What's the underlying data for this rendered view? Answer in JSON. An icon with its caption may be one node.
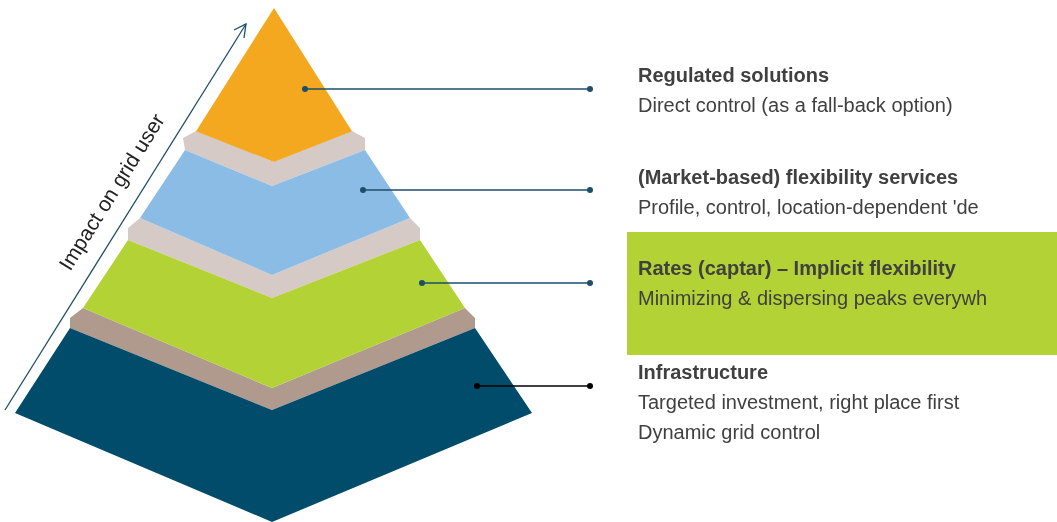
{
  "diagram": {
    "nodes": [
      {
        "text": [],
        "shape": "triangle"
      },
      {
        "text": [],
        "shape": "band"
      },
      {
        "text": [],
        "shape": "band"
      },
      {
        "text": [],
        "shape": "band"
      },
      {
        "text": [],
        "shape": "band"
      },
      {
        "text": [],
        "shape": "band"
      },
      {
        "text": [],
        "shape": "band"
      },
      {
        "text": [
          "Regulated solutions",
          "Direct control (as a fall-back option)"
        ]
      },
      {
        "text": [
          "(Market-based) flexibility services",
          "Profile, control, location-dependent 'de"
        ]
      },
      {
        "text": [
          "Rates (captar) – Implicit flexibility",
          "Minimizing & dispersing peaks everywh"
        ]
      },
      {
        "text": [
          "Infrastructure",
          "Targeted investment, right place first",
          "Dynamic grid control"
        ]
      }
    ],
    "edges": [
      {
        "from": 7,
        "to": 0,
        "arrow": "other"
      },
      {
        "from": 8,
        "to": 2,
        "arrow": "other"
      },
      {
        "from": 9,
        "to": 4,
        "arrow": "other"
      },
      {
        "from": 10,
        "to": 6,
        "arrow": "other",
        "color": "#000000"
      }
    ],
    "labels": [
      "Impact on grid user"
    ]
  }
}
